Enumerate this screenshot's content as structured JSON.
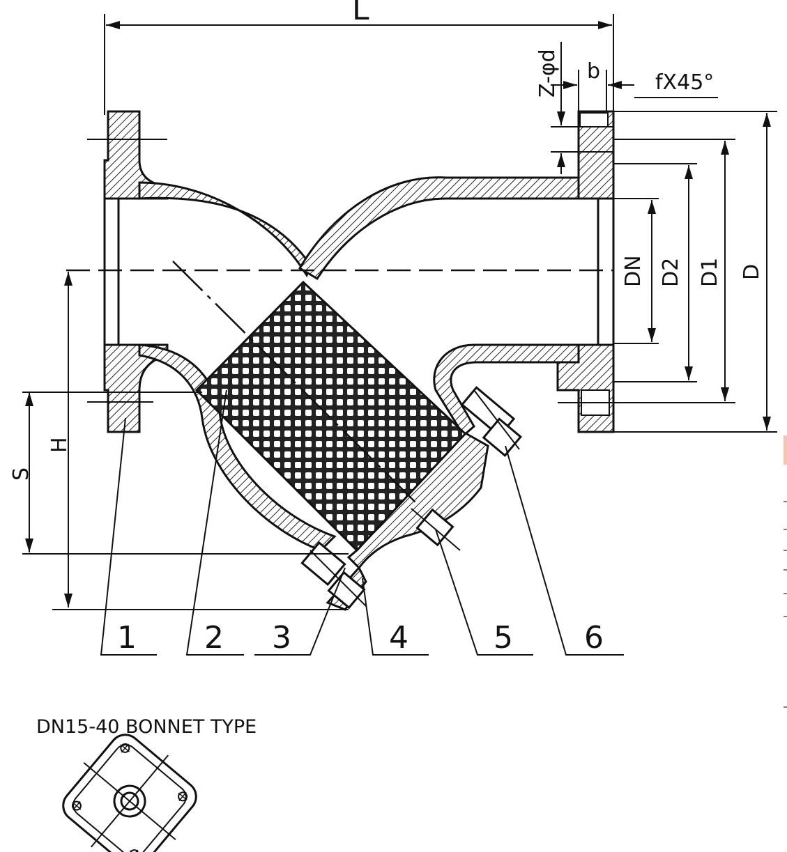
{
  "dimensions": {
    "L": "L",
    "Z_phi_d": "Z-φd",
    "b": "b",
    "chamfer": "fX45°",
    "DN": "DN",
    "D2": "D2",
    "D1": "D1",
    "D": "D",
    "H": "H",
    "S": "S"
  },
  "parts": [
    "1",
    "2",
    "3",
    "4",
    "5",
    "6"
  ],
  "caption": "DN15-40 BONNET TYPE"
}
